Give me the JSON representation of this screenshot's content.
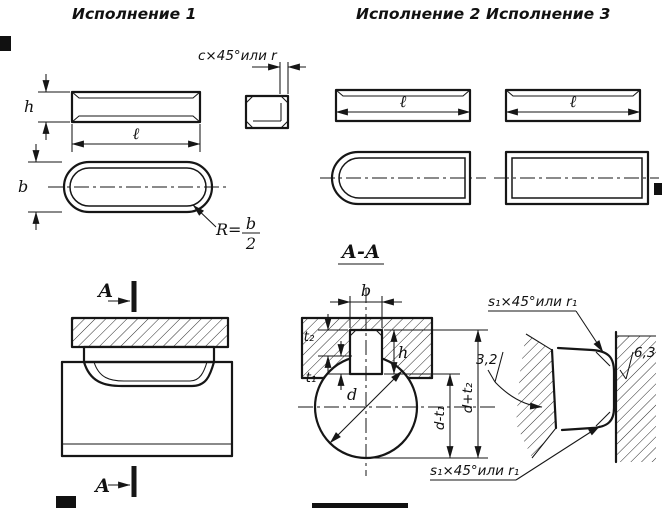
{
  "colors": {
    "ink": "#161616",
    "paper": "#ffffff"
  },
  "headers": {
    "v1": "Исполнение 1",
    "v2": "Исполнение 2",
    "v3": "Исполнение 3"
  },
  "section": {
    "title": "А-А",
    "letter": "А"
  },
  "dims": {
    "h": "h",
    "l": "ℓ",
    "b": "b",
    "chamfer": "c×45°или r",
    "radius_prefix": "R=",
    "radius_num": "b",
    "radius_den": "2",
    "t2": "t₂",
    "t1": "t₁",
    "key_height": "h",
    "d": "d",
    "d_minus_t1": "d-t₁",
    "d_plus_t2": "d+t₂",
    "s1_chamfer": "s₁×45°или r₁",
    "roughness_seat": "3,2",
    "roughness_bore": "6,3"
  }
}
